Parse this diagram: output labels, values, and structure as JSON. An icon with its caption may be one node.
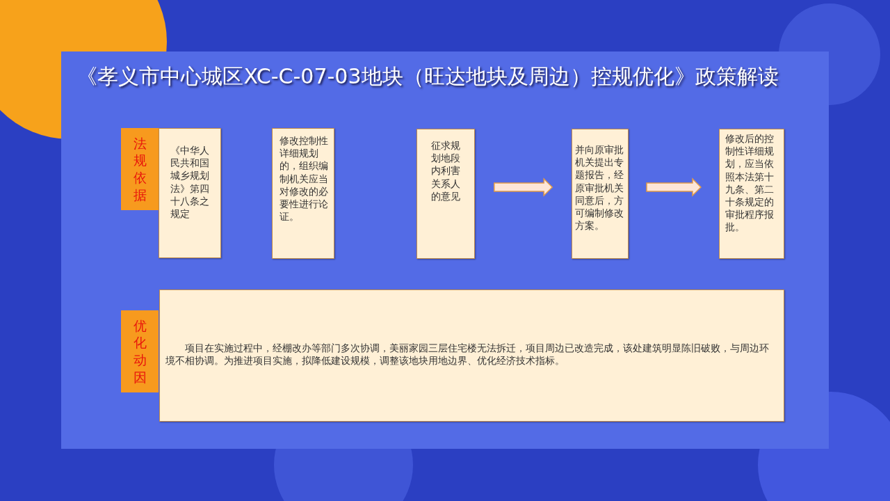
{
  "diagram": {
    "title": "《孝义市中心城区XC-C-07-03地块（旺达地块及周边）控规优化》政策解读",
    "nodes": [
      {
        "text": [
          "法规依据"
        ]
      },
      {
        "text": [
          "《中华人民共和国城乡规划法》第四十八条之规定"
        ]
      },
      {
        "text": [
          "修改控制性详细规划的，组织编制机关应当对修改的必要性进行论证。"
        ]
      },
      {
        "text": [
          "征求规划地段内利害关系人的意见"
        ]
      },
      {
        "text": [
          "并向原审批机关提出专题报告，经原审批机关同意后，方可编制修改方案。"
        ]
      },
      {
        "text": [
          "修改后的控制性详细规划，应当依照本法第十九条、第二十条规定的审批程序报批。"
        ]
      },
      {
        "text": [
          "优化动因"
        ]
      },
      {
        "text": [
          "项目在实施过程中，经棚改办等部门多次协调，美丽家园三层住宅楼无法拆迁，项目周边已改造完成，该处建筑明显陈旧破败，与周边环境不相协调。为推进项目实施，拟降低建设规模，调整该地块用地边界、优化经济技术指标。"
        ]
      }
    ],
    "edges": [
      {
        "from": 3,
        "to": 4,
        "arrow": "to"
      },
      {
        "from": 4,
        "to": 5,
        "arrow": "to"
      }
    ]
  }
}
